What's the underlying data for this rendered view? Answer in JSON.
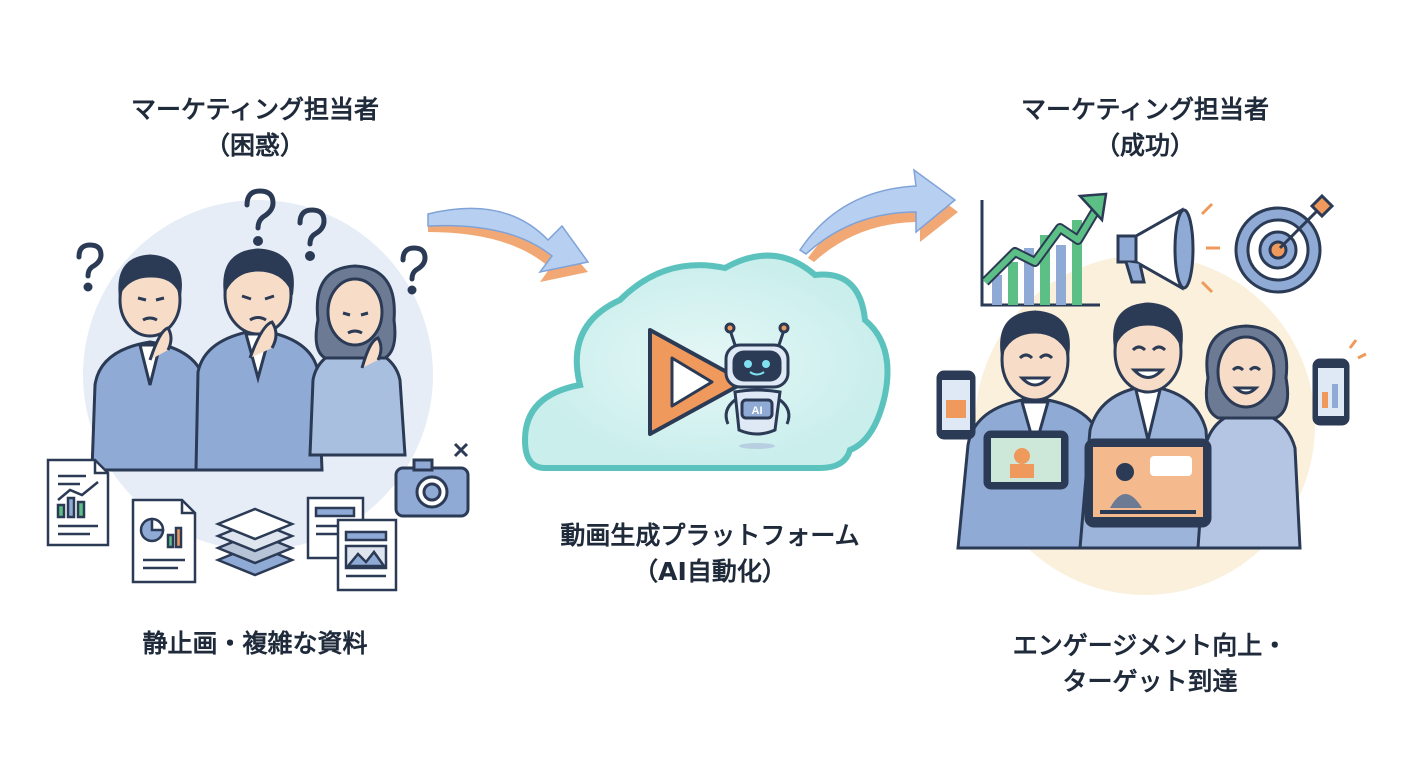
{
  "left_panel": {
    "title": "マーケティング担当者",
    "state": "（困惑）",
    "caption": "静止画・複雑な資料"
  },
  "center_panel": {
    "title": "動画生成プラットフォーム",
    "subtitle": "（AI自動化）",
    "badge": "AI"
  },
  "right_panel": {
    "title": "マーケティング担当者",
    "state": "（成功）",
    "caption_line1": "エンゲージメント向上・",
    "caption_line2": "ターゲット到達"
  },
  "colors": {
    "suit": "#8faad4",
    "outline": "#2b3a55",
    "cloud_border": "#5cc2be",
    "play_orange": "#f0995c",
    "arrow_blue": "#b7cff0",
    "growth_green": "#5cbf85"
  },
  "icons": [
    "question-icon",
    "document-chart-icon",
    "layers-icon",
    "camera-icon",
    "play-icon",
    "robot-icon",
    "growth-chart-icon",
    "megaphone-icon",
    "target-icon",
    "smartphone-icon",
    "tablet-icon"
  ]
}
